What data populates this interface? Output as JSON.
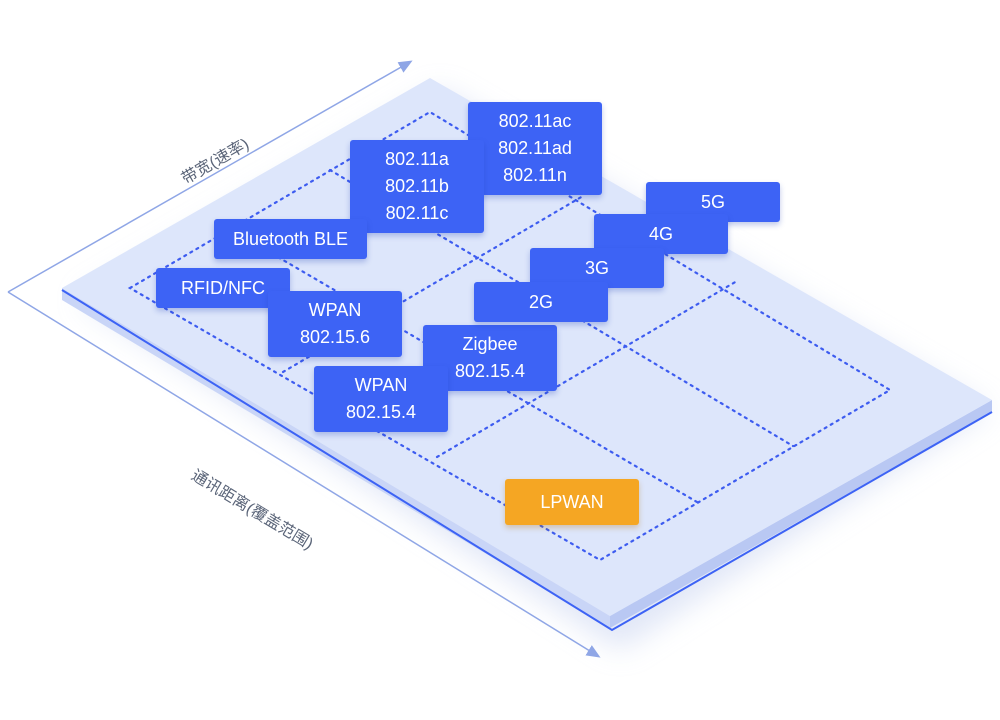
{
  "axes": {
    "bandwidth_label": "带宽(速率)",
    "distance_label": "通讯距离(覆盖范围)"
  },
  "technologies": [
    {
      "id": "wifi-ac",
      "lines": [
        "802.11ac",
        "802.11ad",
        "802.11n"
      ],
      "color": "blue"
    },
    {
      "id": "wifi-a",
      "lines": [
        "802.11a",
        "802.11b",
        "802.11c"
      ],
      "color": "blue"
    },
    {
      "id": "bluetooth",
      "lines": [
        "Bluetooth BLE"
      ],
      "color": "blue"
    },
    {
      "id": "rfid",
      "lines": [
        "RFID/NFC"
      ],
      "color": "blue"
    },
    {
      "id": "wpan-1",
      "lines": [
        "WPAN",
        "802.15.6"
      ],
      "color": "blue"
    },
    {
      "id": "zigbee",
      "lines": [
        "Zigbee",
        "802.15.4"
      ],
      "color": "blue"
    },
    {
      "id": "wpan-2",
      "lines": [
        "WPAN",
        "802.15.4"
      ],
      "color": "blue"
    },
    {
      "id": "5g",
      "lines": [
        "5G"
      ],
      "color": "blue"
    },
    {
      "id": "4g",
      "lines": [
        "4G"
      ],
      "color": "blue"
    },
    {
      "id": "3g",
      "lines": [
        "3G"
      ],
      "color": "blue"
    },
    {
      "id": "2g",
      "lines": [
        "2G"
      ],
      "color": "blue"
    },
    {
      "id": "lpwan",
      "lines": [
        "LPWAN"
      ],
      "color": "orange"
    }
  ],
  "colors": {
    "tag_blue": "#3d63f5",
    "tag_orange": "#f5a623",
    "plane_top": "#dde6fb",
    "plane_side": "#c9d5f7",
    "grid_dotted": "#3d5cf0",
    "axis_arrow": "#8fa6e6",
    "front_outline": "#3d63f5"
  }
}
